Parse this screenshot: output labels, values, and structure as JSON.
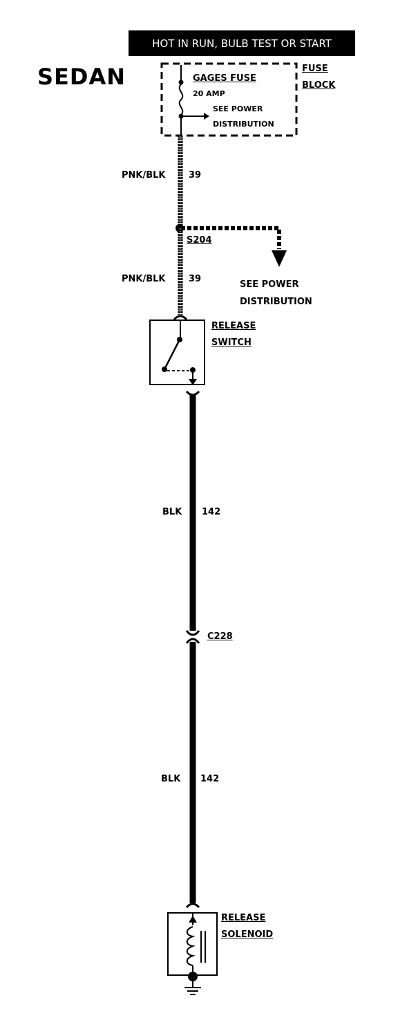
{
  "header": {
    "banner": "HOT IN RUN,   BULB TEST OR START",
    "title": "SEDAN"
  },
  "fuse_block": {
    "label_line1": "FUSE",
    "label_line2": "BLOCK",
    "fuse_name": "GAGES FUSE",
    "fuse_rating": "20 AMP",
    "see_line1": "SEE POWER",
    "see_line2": "DISTRIBUTION"
  },
  "wires": {
    "upper1_color": "PNK/BLK",
    "upper1_circuit": "39",
    "upper2_color": "PNK/BLK",
    "upper2_circuit": "39",
    "lower1_color": "BLK",
    "lower1_circuit": "142",
    "lower2_color": "BLK",
    "lower2_circuit": "142"
  },
  "splice": {
    "label": "S204",
    "see_line1": "SEE POWER",
    "see_line2": "DISTRIBUTION"
  },
  "release_switch": {
    "line1": "RELEASE",
    "line2": "SWITCH"
  },
  "connector": {
    "label": "C228"
  },
  "release_solenoid": {
    "line1": "RELEASE",
    "line2": "SOLENOID"
  },
  "colors": {
    "ink": "#000000",
    "background": "#ffffff"
  }
}
